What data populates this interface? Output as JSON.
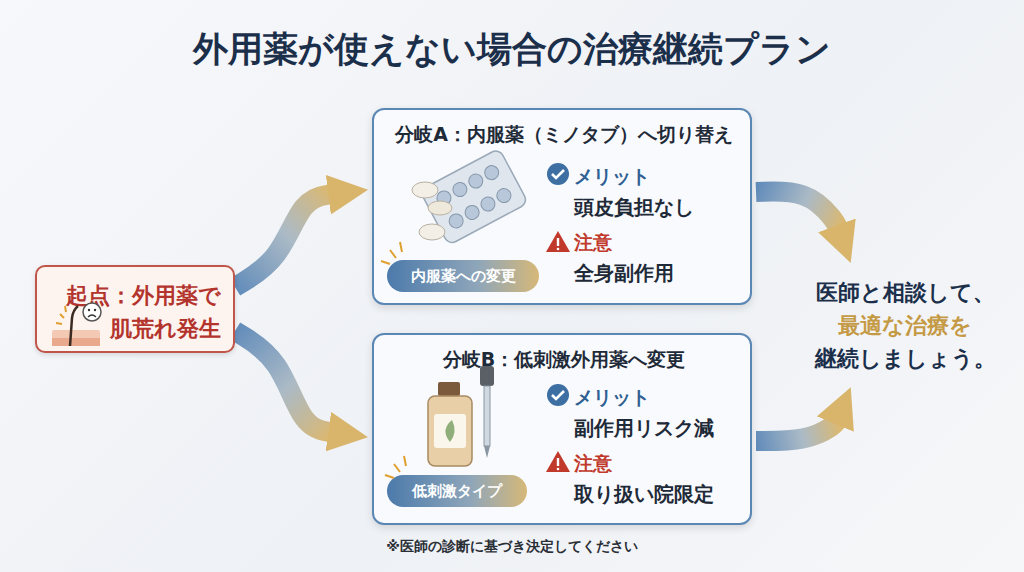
{
  "diagram": {
    "title": "外用薬が使えない場合の治療継続プラン",
    "caption": "※医師の診断に基づき決定してください",
    "nodes": [
      {
        "text": [
          "起点：外用薬で 肌荒れ発生"
        ]
      },
      {
        "text": [
          "分岐A：内服薬（ミノタブ）へ切り替え",
          "メリット",
          "頭皮負担なし",
          "注意",
          "全身副作用"
        ]
      },
      {
        "text": [
          "内服薬への変更"
        ],
        "in": 1
      },
      {
        "text": [
          "分岐B：低刺激外用薬へ変更",
          "メリット",
          "副作用リスク減",
          "注意",
          "取り扱い院限定"
        ]
      },
      {
        "text": [
          "低刺激タイプ"
        ],
        "in": 3
      },
      {
        "text": [
          "医師と相談して、",
          "最適な治療を",
          "継続しましょう。"
        ]
      }
    ],
    "edges": [
      {
        "from": 0,
        "to": 1,
        "arrow": "to"
      },
      {
        "from": 0,
        "to": 3,
        "arrow": "to"
      },
      {
        "from": 1,
        "to": 5,
        "arrow": "to"
      },
      {
        "from": 3,
        "to": 5,
        "arrow": "to"
      }
    ]
  }
}
